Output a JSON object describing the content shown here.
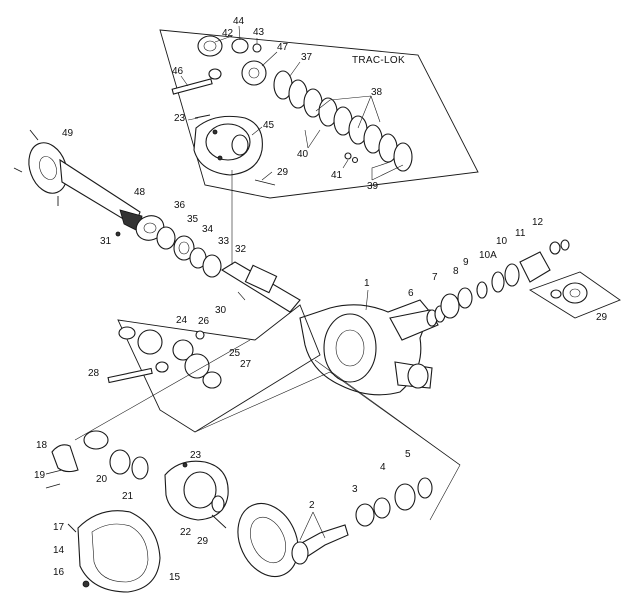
{
  "title": "TRAC-LOK",
  "callouts": {
    "c1": "1",
    "c2": "2",
    "c3": "3",
    "c4": "4",
    "c5": "5",
    "c6": "6",
    "c7": "7",
    "c8": "8",
    "c9": "9",
    "c10": "10",
    "c10a": "10A",
    "c11": "11",
    "c12": "12",
    "c14": "14",
    "c15": "15",
    "c16": "16",
    "c17": "17",
    "c18": "18",
    "c19": "19",
    "c20": "20",
    "c21": "21",
    "c22": "22",
    "c23": "23",
    "c23b": "23",
    "c24": "24",
    "c25": "25",
    "c26": "26",
    "c27": "27",
    "c28": "28",
    "c29": "29",
    "c29b": "29",
    "c29c": "29",
    "c30": "30",
    "c31": "31",
    "c32": "32",
    "c33": "33",
    "c34": "34",
    "c35": "35",
    "c36": "36",
    "c37": "37",
    "c38": "38",
    "c39": "39",
    "c40": "40",
    "c41": "41",
    "c42": "42",
    "c43": "43",
    "c44": "44",
    "c45": "45",
    "c46": "46",
    "c47": "47",
    "c48": "48",
    "c49": "49"
  }
}
